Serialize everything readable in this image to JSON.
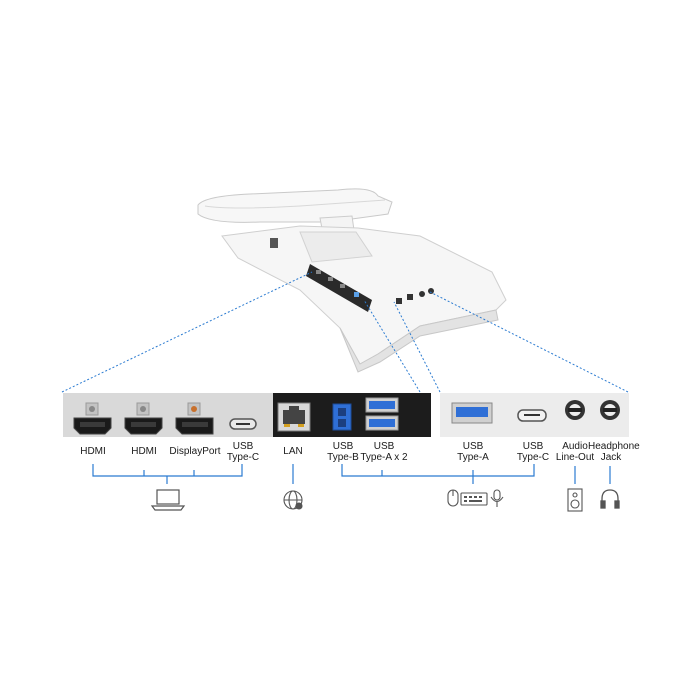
{
  "ports": {
    "hdmi_1": "HDMI",
    "hdmi_2": "HDMI",
    "displayport": "DisplayPort",
    "usb_c_left": [
      "USB",
      "Type-C"
    ],
    "lan": "LAN",
    "usb_b": [
      "USB",
      "Type-B"
    ],
    "usb_a_x2": [
      "USB",
      "Type-A x 2"
    ],
    "usb_a_right": [
      "USB",
      "Type-A"
    ],
    "usb_c_right": [
      "USB",
      "Type-C"
    ],
    "audio_out": [
      "Audio",
      "Line-Out"
    ],
    "headphone": [
      "Headphone",
      "Jack"
    ]
  },
  "icons": [
    "laptop-icon",
    "globe-network-icon",
    "mouse-icon",
    "keyboard-icon",
    "microphone-icon",
    "speaker-icon",
    "headphones-icon"
  ],
  "colors": {
    "bracket": "#2b7bd1",
    "panel": "#1c1c1c",
    "usb_blue": "#2f6fd6",
    "body_white": "#f6f6f6"
  }
}
